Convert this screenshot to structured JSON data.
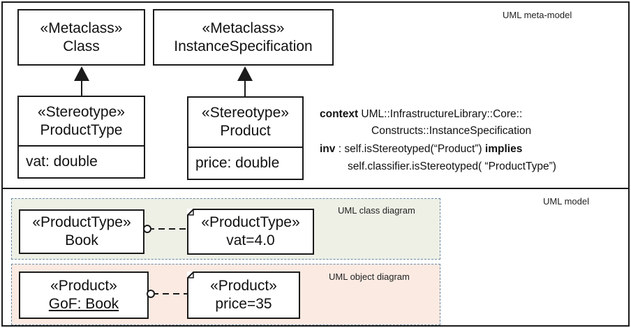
{
  "metamodel": {
    "label": "UML meta-model",
    "metaclass_class": {
      "stereotype": "«Metaclass»",
      "name": "Class"
    },
    "metaclass_instspec": {
      "stereotype": "«Metaclass»",
      "name": "InstanceSpecification"
    },
    "stereotype_producttype": {
      "stereotype": "«Stereotype»",
      "name": "ProductType",
      "attribute": "vat: double"
    },
    "stereotype_product": {
      "stereotype": "«Stereotype»",
      "name": "Product",
      "attribute": "price: double"
    },
    "constraint": {
      "context_keyword": "context",
      "context_path_1": " UML::InfrastructureLibrary::Core::",
      "context_path_2": "Constructs::InstanceSpecification",
      "inv_keyword": "inv",
      "inv_text_1": " : self.isStereotyped(“Product”) ",
      "implies_keyword": "implies",
      "inv_text_2": "self.classifier.isStereotyped( “ProductType”)"
    }
  },
  "model": {
    "label": "UML model",
    "class_diagram": {
      "label": "UML class diagram",
      "class": {
        "stereotype": "«ProductType»",
        "name": "Book"
      },
      "note": {
        "stereotype": "«ProductType»",
        "value": "vat=4.0"
      }
    },
    "object_diagram": {
      "label": "UML object diagram",
      "object": {
        "stereotype": "«Product»",
        "name": "GoF: Book"
      },
      "note": {
        "stereotype": "«Product»",
        "value": "price=35"
      }
    }
  },
  "colors": {
    "class_diagram_bg": "#eef0e6",
    "object_diagram_bg": "#fbeae2",
    "dashed_border": "#6a8aa6"
  }
}
